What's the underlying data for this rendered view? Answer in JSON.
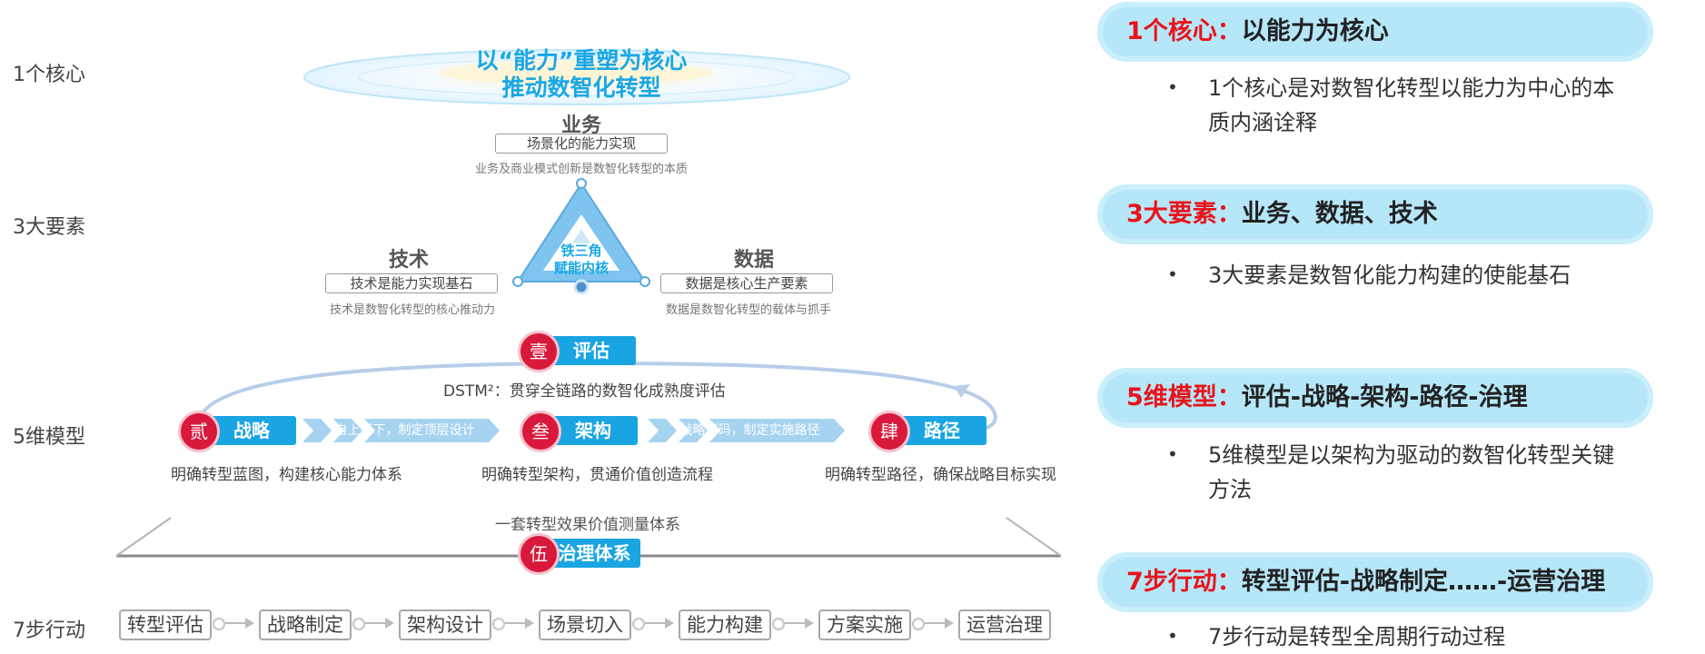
{
  "row_labels": {
    "core": "1个核心",
    "elements": "3大要素",
    "model": "5维模型",
    "actions": "7步行动"
  },
  "core": {
    "line1": "以“能力”重塑为核心",
    "line2": "推动数智化转型"
  },
  "elements": {
    "business": {
      "title": "业务",
      "box": "场景化的能力实现",
      "desc": "业务及商业模式创新是数智化转型的本质"
    },
    "technology": {
      "title": "技术",
      "box": "技术是能力实现基石",
      "desc": "技术是数智化转型的核心推动力"
    },
    "data": {
      "title": "数据",
      "box": "数据是核心生产要素",
      "desc": "数据是数智化转型的载体与抓手"
    },
    "triangle_line1": "铁三角",
    "triangle_line2": "赋能内核"
  },
  "model": {
    "assess": {
      "num": "壹",
      "label": "评估"
    },
    "assess_desc": "DSTM²：贯穿全链路的数智化成熟度评估",
    "strategy": {
      "num": "贰",
      "label": "战略",
      "desc": "明确转型蓝图，构建核心能力体系"
    },
    "architecture": {
      "num": "叁",
      "label": "架构",
      "desc": "明确转型架构，贯通价值创造流程"
    },
    "path": {
      "num": "肆",
      "label": "路径",
      "desc": "明确转型路径，确保战略目标实现"
    },
    "arrow1": "自上而下，制定顶层设计",
    "arrow2": "战略解码，制定实施路径",
    "governance_top": "一套转型效果价值测量体系",
    "governance": {
      "num": "伍",
      "label": "治理体系"
    }
  },
  "steps": [
    "转型评估",
    "战略制定",
    "架构设计",
    "场景切入",
    "能力构建",
    "方案实施",
    "运营治理"
  ],
  "right": [
    {
      "key": "1个核心：",
      "rest": "以能力为核心",
      "line1": "1个核心是对数智化转型以能力为中心的本",
      "line2": "质内涵诠释"
    },
    {
      "key": "3大要素：",
      "rest": "业务、数据、技术",
      "line1": "3大要素是数智化能力构建的使能基石",
      "line2": ""
    },
    {
      "key": "5维模型：",
      "rest": "评估-战略-架构-路径-治理",
      "line1": "5维模型是以架构为驱动的数智化转型关键",
      "line2": "方法"
    },
    {
      "key": "7步行动：",
      "rest": "转型评估-战略制定……-运营治理",
      "line1": "7步行动是转型全周期行动过程",
      "line2": ""
    }
  ],
  "bullet_symbol": "•",
  "colors": {
    "accent_blue": "#19a4e2",
    "accent_red": "#d8193b",
    "pill_bg": "#b6e7f9",
    "key_red": "#e8141b"
  }
}
